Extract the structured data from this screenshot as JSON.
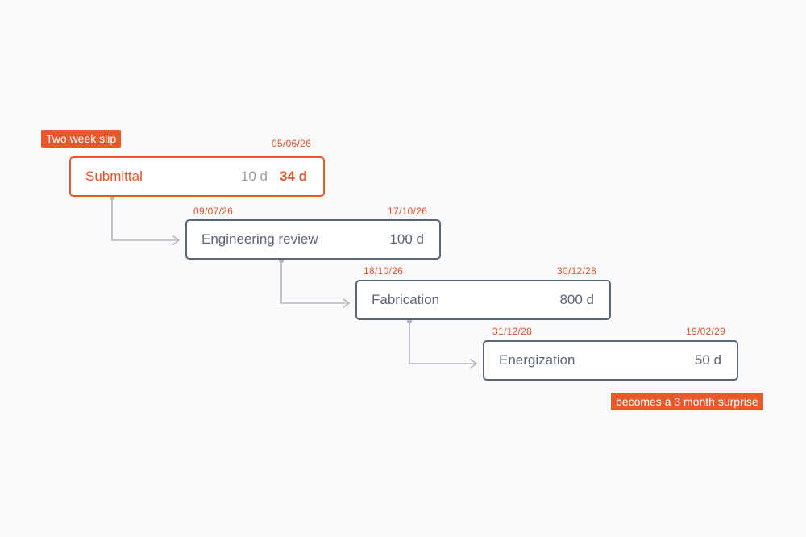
{
  "colors": {
    "accent": "#e8582a",
    "task_border": "#5b6578",
    "connector": "#b4b7bf",
    "background": "#faf9fb"
  },
  "callouts": {
    "top": "Two week slip",
    "bottom": "becomes a 3 month surprise"
  },
  "tasks": [
    {
      "name": "Submittal",
      "duration_old": "10 d",
      "duration_new": "34 d",
      "start": "",
      "end": "05/06/26"
    },
    {
      "name": "Engineering review",
      "duration": "100 d",
      "start": "09/07/26",
      "end": "17/10/26"
    },
    {
      "name": "Fabrication",
      "duration": "800 d",
      "start": "18/10/26",
      "end": "30/12/28"
    },
    {
      "name": "Energization",
      "duration": "50 d",
      "start": "31/12/28",
      "end": "19/02/29"
    }
  ]
}
